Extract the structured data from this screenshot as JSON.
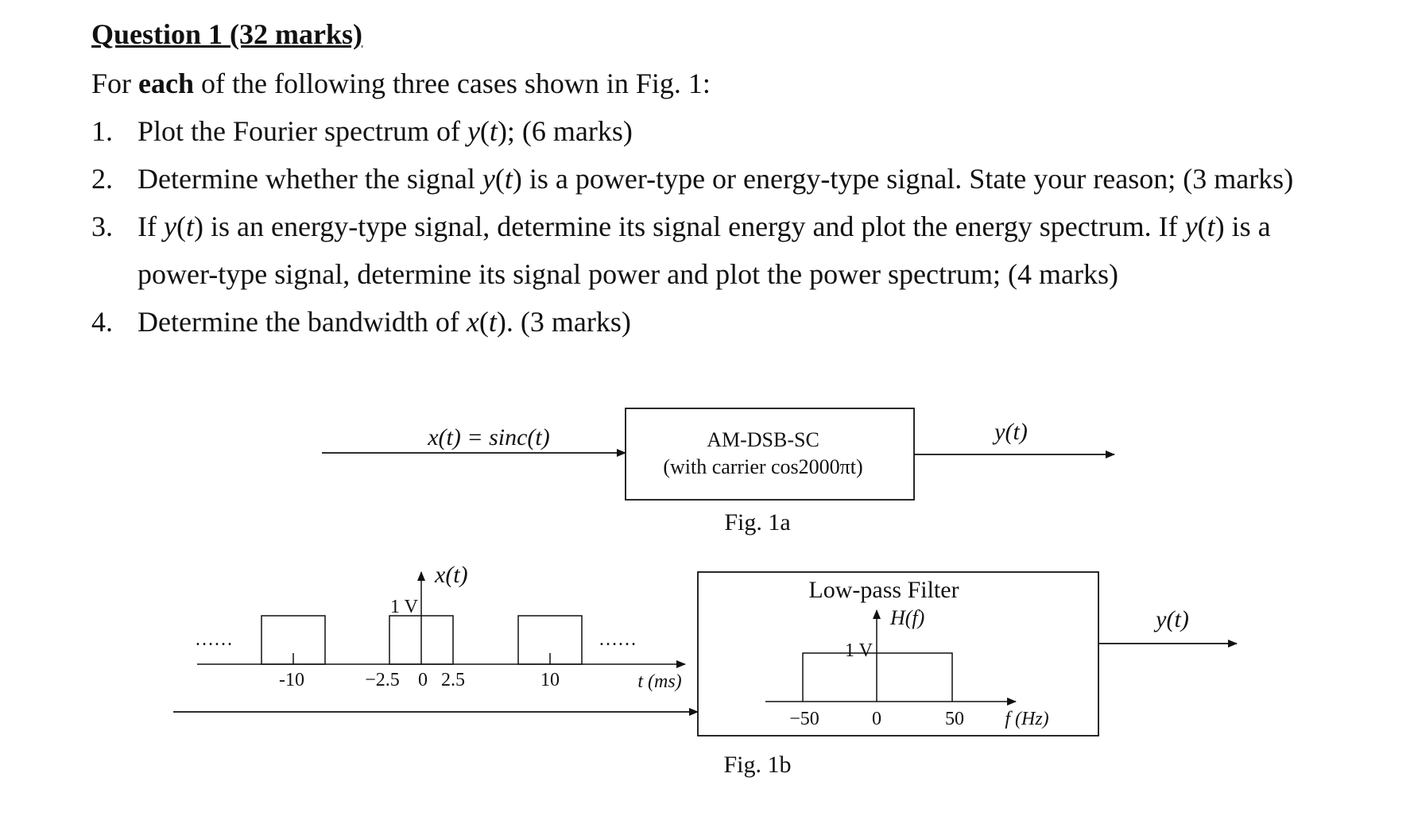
{
  "question": {
    "heading": "Question 1 (32 marks)",
    "intro": {
      "before": "For ",
      "bold": "each",
      "after": " of the following three cases shown in Fig. 1:"
    },
    "items": [
      {
        "num": "1.",
        "pre": "Plot the Fourier spectrum of ",
        "var": "y",
        "arg": "t",
        "post": "); (6 marks)"
      },
      {
        "num": "2.",
        "pre": "Determine whether the signal ",
        "var": "y",
        "arg": "t",
        "post": ") is a power-type or energy-type signal. State your reason; (3 marks)"
      },
      {
        "num": "3.",
        "pre": "If ",
        "var": "y",
        "arg": "t",
        "mid": ") is an energy-type signal, determine its signal energy and plot the energy spectrum. If ",
        "var2": "y",
        "arg2": "t",
        "post": ") is a",
        "cont": "power-type signal, determine its signal power and plot the power spectrum; (4 marks)"
      },
      {
        "num": "4.",
        "pre": "Determine the bandwidth of ",
        "var": "x",
        "arg": "t",
        "post": "). (3 marks)"
      }
    ]
  },
  "fig_1a": {
    "input_label": "x(t) = sinc(t)",
    "block_line1": "AM-DSB-SC",
    "block_line2": "(with carrier cos2000πt)",
    "output_label": "y(t)",
    "caption": "Fig. 1a"
  },
  "fig_1b": {
    "signal_label": "x(t)",
    "amplitude_label": "1 V",
    "dots_left": "……",
    "dots_right": "……",
    "time_ticks": [
      "-10",
      "−2.5",
      "0",
      "2.5",
      "10"
    ],
    "time_axis_label": "t (ms)",
    "filter_title": "Low-pass Filter",
    "filter_response_label": "H(f)",
    "filter_amplitude_label": "1 V",
    "freq_ticks": [
      "−50",
      "0",
      "50"
    ],
    "freq_axis_label": "f (Hz)",
    "output_label": "y(t)",
    "caption": "Fig. 1b"
  },
  "colors": {
    "ink": "#111111",
    "background": "#ffffff"
  }
}
